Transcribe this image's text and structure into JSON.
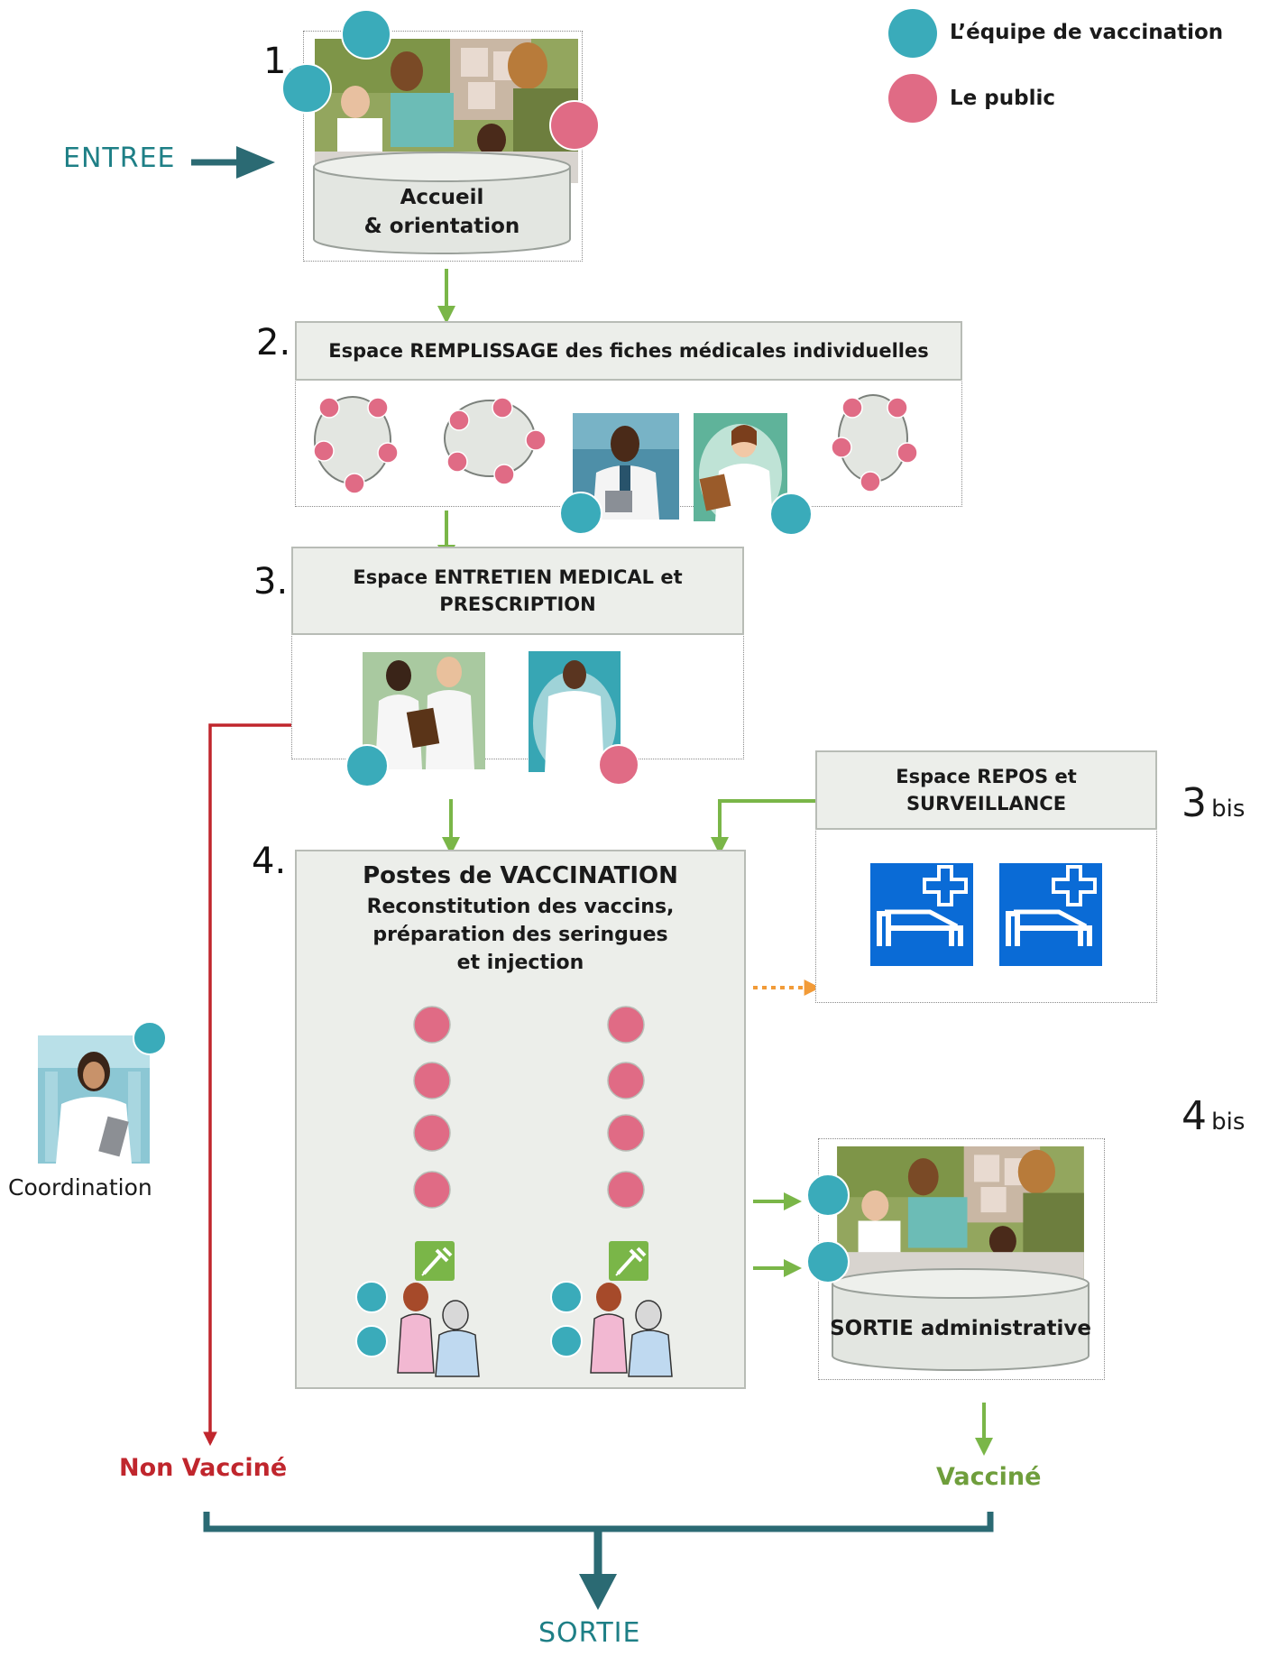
{
  "legend": {
    "team": {
      "label": "L’équipe de vaccination",
      "color": "#3aabba"
    },
    "public": {
      "label": "Le public",
      "color": "#e06b85"
    }
  },
  "entry": {
    "label": "ENTREE"
  },
  "exit": {
    "label": "SORTIE"
  },
  "steps": {
    "s1": {
      "number": "1.",
      "title_line1": "Accueil",
      "title_line2": "& orientation"
    },
    "s2": {
      "number": "2.",
      "title": "Espace REMPLISSAGE  des fiches médicales individuelles"
    },
    "s3": {
      "number": "3.",
      "title_line1": "Espace ENTRETIEN MEDICAL et",
      "title_line2": "PRESCRIPTION"
    },
    "s3bis": {
      "number": "3",
      "suffix": "bis",
      "title_line1": "Espace REPOS et",
      "title_line2": "SURVEILLANCE"
    },
    "s4": {
      "number": "4.",
      "title": "Postes de VACCINATION",
      "subtitle_line1": "Reconstitution des vaccins,",
      "subtitle_line2": "préparation des seringues",
      "subtitle_line3": "et injection"
    },
    "s4bis": {
      "number": "4",
      "suffix": "bis",
      "title": "SORTIE administrative"
    }
  },
  "coordination": {
    "label": "Coordination"
  },
  "outcomes": {
    "not_vaccinated": {
      "label": "Non Vacciné",
      "color": "#c0262d"
    },
    "vaccinated": {
      "label": "Vacciné",
      "color": "#6f9e3c"
    }
  },
  "colors": {
    "flow_green": "#7ab648",
    "flow_dark_teal": "#2b6a73",
    "flow_red": "#c0262d",
    "flow_orange": "#f29b38",
    "hospital_sign_blue": "#0a6bd6"
  }
}
